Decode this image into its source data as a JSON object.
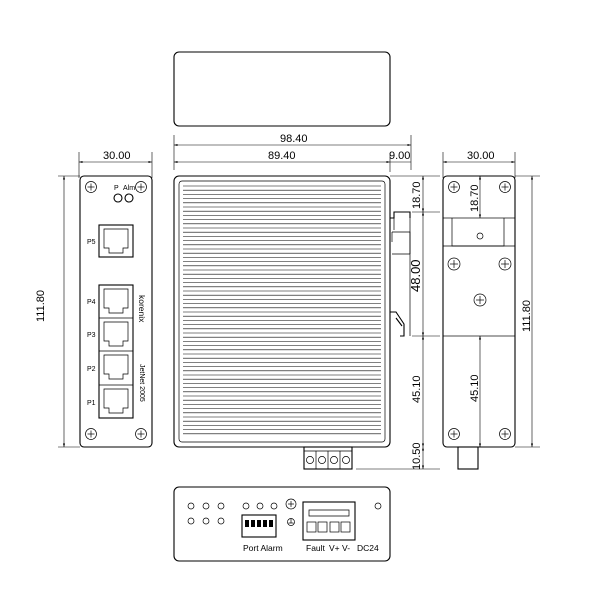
{
  "dimensions": {
    "top_overall_width": "98.40",
    "top_body_width": "89.40",
    "top_rail_offset": "9.00",
    "front_width": "30.00",
    "side_width": "30.00",
    "front_height": "111.80",
    "side_height": "111.80",
    "rail_height": "48.00",
    "rail_top_offset": "18.70",
    "side_rail_top_offset": "18.70",
    "lower_offset": "45.10",
    "side_lower_offset": "45.10",
    "terminal_height": "10.50"
  },
  "front_panel": {
    "led_power": "P",
    "led_alarm": "Alm",
    "port_p5": "P5",
    "port_p4": "P4",
    "port_p3": "P3",
    "port_p2": "P2",
    "port_p1": "P1",
    "brand": "korenix",
    "model": "JetNet 2005"
  },
  "bottom_panel": {
    "port_alarm_label": "Port Alarm",
    "fault_label": "Fault",
    "power_label": "V+ V-",
    "dc_label": "DC24"
  }
}
